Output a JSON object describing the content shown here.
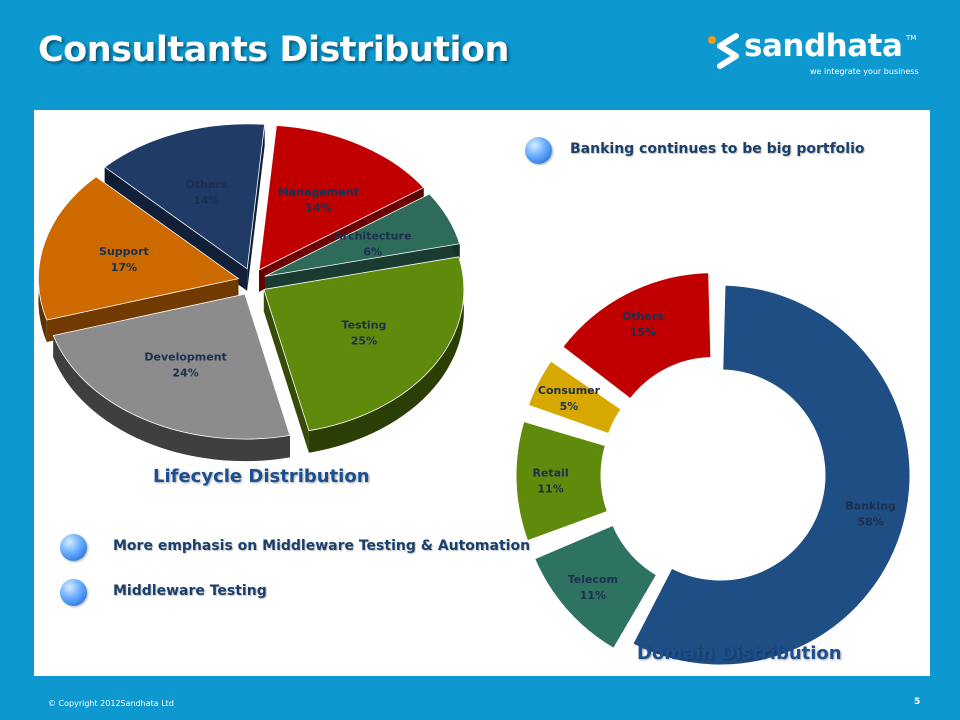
{
  "slide": {
    "title": "Consultants Distribution",
    "page_number": "5",
    "copyright": "© Copyright 2012Sandhata Ltd"
  },
  "logo": {
    "word": "sandhata",
    "trademark": "TM",
    "tagline": "we integrate your business"
  },
  "bullets": {
    "banking": "Banking continues to be big portfolio",
    "middleware_emphasis": "More emphasis on Middleware Testing & Automation",
    "middleware_testing": "Middleware Testing"
  },
  "colors": {
    "background": "#0d98d0",
    "caption": "#1b4f8f"
  },
  "chart_data": [
    {
      "type": "pie",
      "title": "Lifecycle Distribution",
      "categories": [
        "Management",
        "Architecture",
        "Testing",
        "Development",
        "Support",
        "Others"
      ],
      "values": [
        14,
        6,
        25,
        24,
        17,
        14
      ],
      "unit": "%",
      "colors": [
        "#c00000",
        "#2e6b5a",
        "#5f8a0c",
        "#8c8c8c",
        "#cc6a00",
        "#1f3b66"
      ],
      "exploded": true,
      "style": "3d"
    },
    {
      "type": "pie",
      "title": "Domain Distribution",
      "categories": [
        "Banking",
        "Telecom",
        "Retail",
        "Consumer",
        "Others"
      ],
      "values": [
        58,
        11,
        11,
        5,
        15
      ],
      "unit": "%",
      "colors": [
        "#1f4e85",
        "#2e7262",
        "#5f8a0c",
        "#d6a800",
        "#c00000"
      ],
      "exploded": true,
      "style": "doughnut"
    }
  ]
}
